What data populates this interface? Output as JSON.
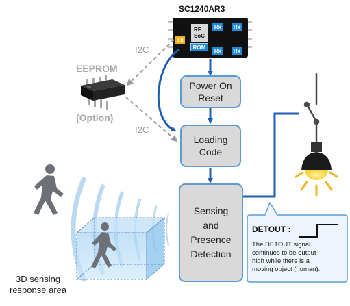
{
  "chip": {
    "title": "SC1240AR3",
    "rf_soc": "RF\nSoC",
    "rom": "ROM",
    "tx": "Tx",
    "rx": [
      "Rx",
      "Rx",
      "Rx",
      "Rx"
    ]
  },
  "eeprom": {
    "label": "EEPROM",
    "option": "(Option)"
  },
  "i2c_labels": [
    "I2C",
    "I2C"
  ],
  "steps": {
    "power_on_reset": "Power On\nReset",
    "loading_code": "Loading\nCode",
    "sensing": "Sensing\nand\nPresence\nDetection"
  },
  "detout": {
    "title": "DETOUT :",
    "description": "The DETOUT signal\ncontinues to be output\nhigh while there is a\nmoving object (human)."
  },
  "sensing_area_label": "3D sensing\nresponse area",
  "colors": {
    "flow_blue": "#1f5fb4",
    "box_border": "#5b9bd5",
    "box_fill": "#d9d9d9",
    "dashed_gray": "#9a9a9a",
    "tx_orange": "#f2b21b",
    "rx_blue": "#1f8ad9",
    "callout_fill": "#eef4fb",
    "bulb_yellow": "#f6d23a"
  }
}
